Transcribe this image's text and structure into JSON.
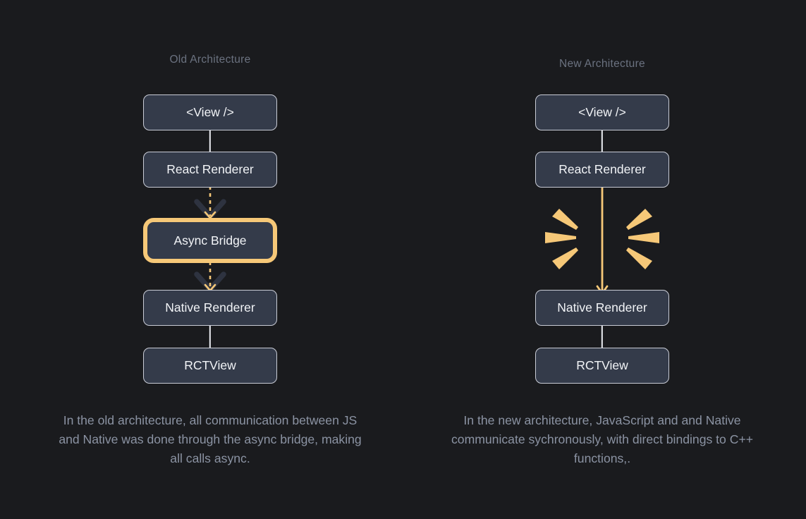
{
  "theme": {
    "background": "#1a1b1e",
    "node_fill": "#343b4a",
    "node_border": "#c9ccd6",
    "node_text": "#f2f4f7",
    "accent_amber": "#f6c878",
    "heading_text": "#6b7280",
    "caption_text": "#8b93a3",
    "connector_line": "#eceef3",
    "chevron_wing": "#2e3340"
  },
  "columns": [
    {
      "id": "old-architecture",
      "heading": "Old Architecture",
      "nodes": [
        {
          "id": "view",
          "label": "<View />",
          "highlighted": false
        },
        {
          "id": "react-renderer",
          "label": "React Renderer",
          "highlighted": false
        },
        {
          "id": "async-bridge",
          "label": "Async Bridge",
          "highlighted": true
        },
        {
          "id": "native-renderer",
          "label": "Native Renderer",
          "highlighted": false
        },
        {
          "id": "rct-view",
          "label": "RCTView",
          "highlighted": false
        }
      ],
      "connectors": [
        {
          "from": "view",
          "to": "react-renderer",
          "style": "solid-white"
        },
        {
          "from": "react-renderer",
          "to": "async-bridge",
          "style": "dashed-amber-arrow"
        },
        {
          "from": "async-bridge",
          "to": "native-renderer",
          "style": "dashed-amber-arrow"
        },
        {
          "from": "native-renderer",
          "to": "rct-view",
          "style": "solid-white"
        }
      ],
      "caption": "In the old architecture, all communication between JS and Native was done through the async bridge, making all calls async."
    },
    {
      "id": "new-architecture",
      "heading": "New Architecture",
      "nodes": [
        {
          "id": "view",
          "label": "<View />",
          "highlighted": false
        },
        {
          "id": "react-renderer",
          "label": "React Renderer",
          "highlighted": false
        },
        {
          "id": "native-renderer",
          "label": "Native Renderer",
          "highlighted": false
        },
        {
          "id": "rct-view",
          "label": "RCTView",
          "highlighted": false
        }
      ],
      "connectors": [
        {
          "from": "view",
          "to": "react-renderer",
          "style": "solid-white"
        },
        {
          "from": "react-renderer",
          "to": "native-renderer",
          "style": "solid-amber-arrow"
        },
        {
          "from": "native-renderer",
          "to": "rct-view",
          "style": "solid-white"
        }
      ],
      "burst": {
        "rays": 6,
        "color": "#f6c878",
        "note": "bridge-removed-burst"
      },
      "caption": "In the new architecture, JavaScript and and Native communicate sychronously, with direct bindings to C++ functions,."
    }
  ]
}
